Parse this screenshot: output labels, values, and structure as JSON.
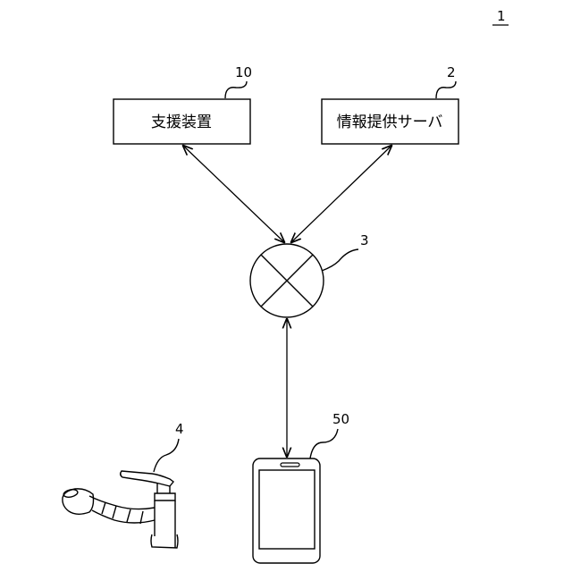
{
  "figure": {
    "system_ref": "1",
    "support_device": {
      "ref": "10",
      "label": "支援装置"
    },
    "info_server": {
      "ref": "2",
      "label": "情報提供サーバ"
    },
    "network": {
      "ref": "3"
    },
    "faucet": {
      "ref": "4"
    },
    "terminal": {
      "ref": "50"
    }
  }
}
